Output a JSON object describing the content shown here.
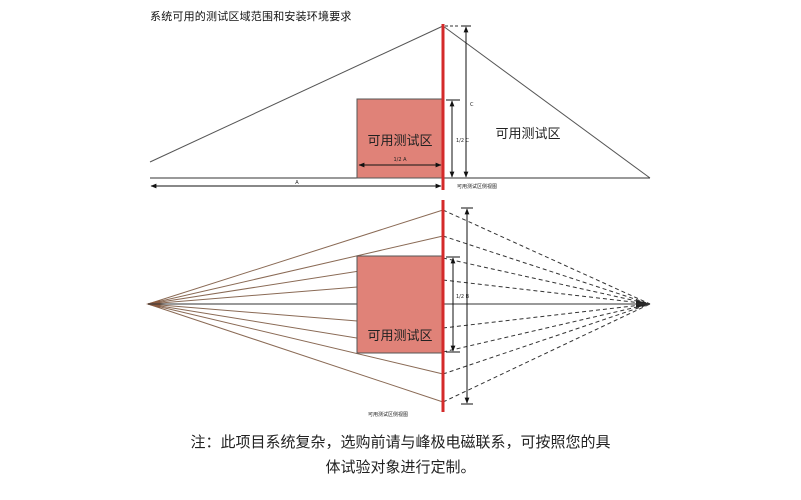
{
  "header": {
    "title": "系统可用的测试区域范围和安装环境要求"
  },
  "labels": {
    "test_area": "可用测试区",
    "side_view": "可用测试区侧视图",
    "dim_a": "A",
    "dim_c": "C",
    "half_a": "1/2 A",
    "half_c": "1/2 C",
    "half_b": "1/2 B"
  },
  "colors": {
    "red_bar": "#d42a2a",
    "test_box": "#e08278",
    "ray_line": "#8a6a55",
    "dash_line": "#333333"
  },
  "note": {
    "line1": "注：此项目系统复杂，选购前请与峰极电磁联系，可按照您的具",
    "line2": "体试验对象进行定制。"
  }
}
